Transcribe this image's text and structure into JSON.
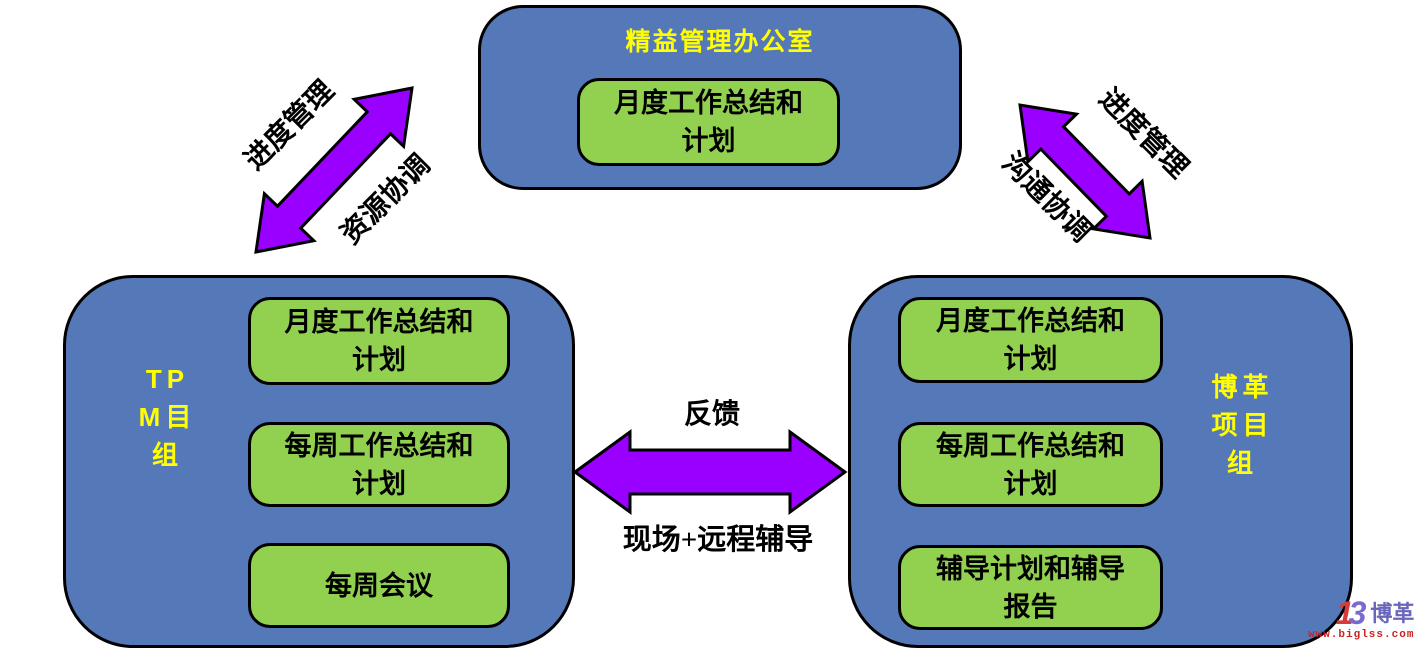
{
  "colors": {
    "panel_blue": "#5578b8",
    "card_green": "#92d050",
    "arrow_purple": "#9900ff",
    "title_yellow": "#ffff00",
    "logo_purple": "#6a66bb",
    "logo_red": "#cc2222"
  },
  "top_panel": {
    "title": "精益管理办公室",
    "card": "月度工作总结和\n计划"
  },
  "left_panel": {
    "title": "TP\nM目\n组",
    "cards": [
      "月度工作总结和\n计划",
      "每周工作总结和\n计划",
      "每周会议"
    ]
  },
  "right_panel": {
    "title": "博革\n项目\n组",
    "cards": [
      "月度工作总结和\n计划",
      "每周工作总结和\n计划",
      "辅导计划和辅导\n报告"
    ]
  },
  "arrows": {
    "left_diagonal": {
      "label_top": "进度管理",
      "label_bottom": "资源协调"
    },
    "right_diagonal": {
      "label_top": "进度管理",
      "label_bottom": "沟通协调"
    },
    "center_horizontal": {
      "label_top": "反馈",
      "label_bottom": "现场+远程辅导"
    }
  },
  "logo": {
    "mark_red": "1",
    "mark_purple": "3",
    "name": "博革",
    "url": "www.biglss.com"
  }
}
